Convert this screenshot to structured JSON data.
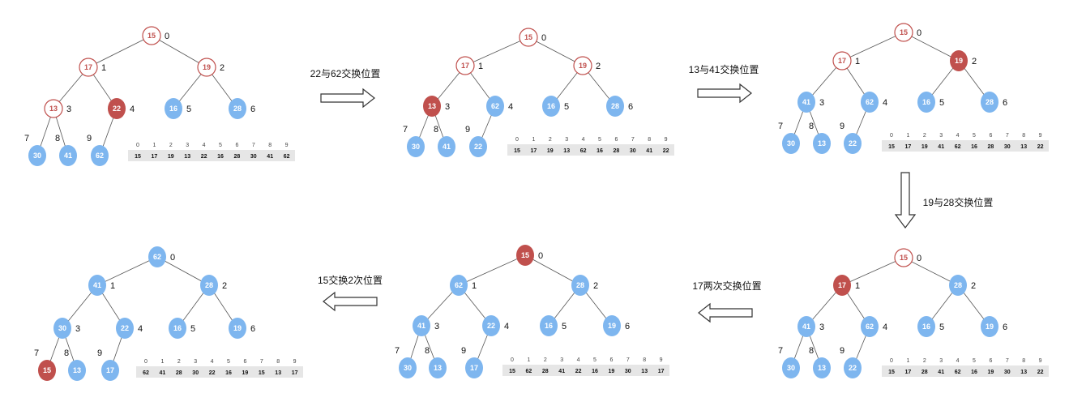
{
  "colors": {
    "blue": "#7eb6ef",
    "red": "#c0504d",
    "line": "#555555",
    "table_bg": "#e6e6e6"
  },
  "indices": [
    "0",
    "1",
    "2",
    "3",
    "4",
    "5",
    "6",
    "7",
    "8",
    "9"
  ],
  "steps": [
    {
      "caption": "",
      "values": [
        "15",
        "17",
        "19",
        "13",
        "22",
        "16",
        "28",
        "30",
        "41",
        "62"
      ],
      "styles": [
        "hollow",
        "hollow",
        "hollow",
        "hollow",
        "red",
        "blue",
        "blue",
        "blue",
        "blue",
        "blue"
      ]
    },
    {
      "caption": "22与62交换位置",
      "values": [
        "15",
        "17",
        "19",
        "13",
        "62",
        "16",
        "28",
        "30",
        "41",
        "22"
      ],
      "styles": [
        "hollow",
        "hollow",
        "hollow",
        "red",
        "blue",
        "blue",
        "blue",
        "blue",
        "blue",
        "blue"
      ]
    },
    {
      "caption": "13与41交换位置",
      "values": [
        "15",
        "17",
        "19",
        "41",
        "62",
        "16",
        "28",
        "30",
        "13",
        "22"
      ],
      "styles": [
        "hollow",
        "hollow",
        "red",
        "blue",
        "blue",
        "blue",
        "blue",
        "blue",
        "blue",
        "blue"
      ]
    },
    {
      "caption": "19与28交换位置",
      "values": [
        "15",
        "17",
        "28",
        "41",
        "62",
        "16",
        "19",
        "30",
        "13",
        "22"
      ],
      "styles": [
        "hollow",
        "red",
        "blue",
        "blue",
        "blue",
        "blue",
        "blue",
        "blue",
        "blue",
        "blue"
      ]
    },
    {
      "caption": "17两次交换位置",
      "values": [
        "15",
        "62",
        "28",
        "41",
        "22",
        "16",
        "19",
        "30",
        "13",
        "17"
      ],
      "styles": [
        "red",
        "blue",
        "blue",
        "blue",
        "blue",
        "blue",
        "blue",
        "blue",
        "blue",
        "blue"
      ]
    },
    {
      "caption": "15交换2次位置",
      "values": [
        "62",
        "41",
        "28",
        "30",
        "22",
        "16",
        "19",
        "15",
        "13",
        "17"
      ],
      "styles": [
        "blue",
        "blue",
        "blue",
        "blue",
        "blue",
        "blue",
        "blue",
        "red",
        "blue",
        "blue"
      ]
    }
  ]
}
